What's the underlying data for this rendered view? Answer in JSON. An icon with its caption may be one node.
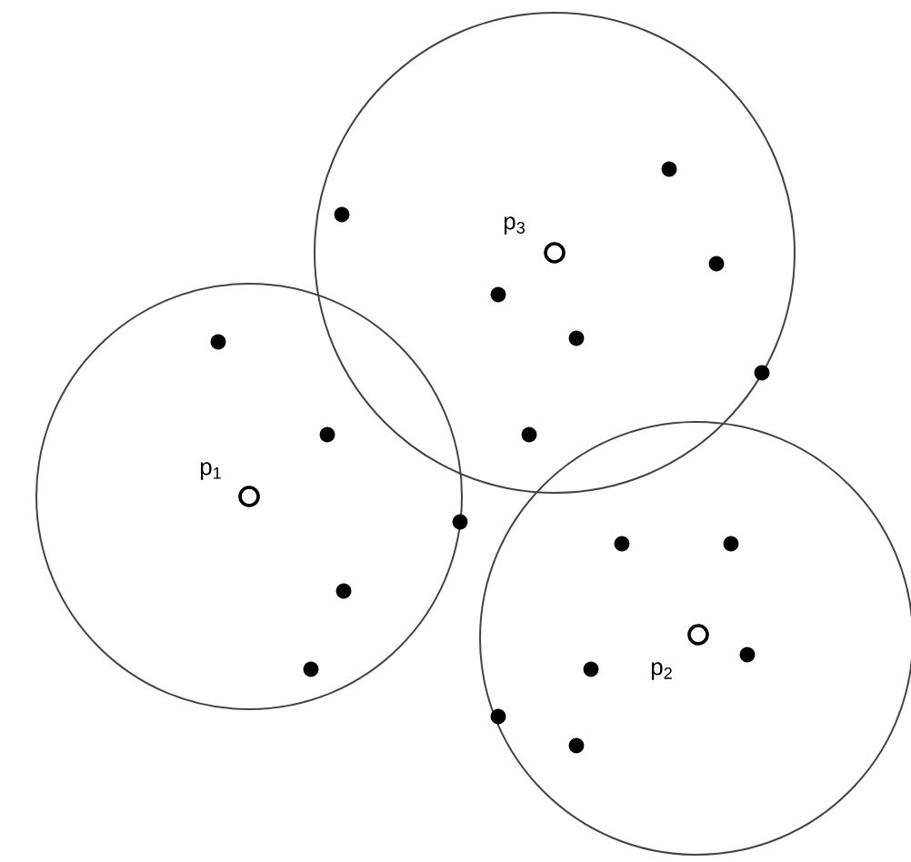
{
  "diagram": {
    "nodes": [
      {
        "text": [
          "p$_{3}$"
        ]
      },
      {
        "text": [
          "p$_{1}$"
        ]
      },
      {
        "text": [
          "p$_{2}$"
        ]
      }
    ]
  }
}
